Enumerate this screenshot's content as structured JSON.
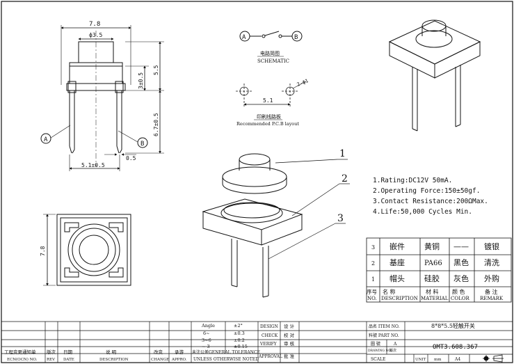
{
  "dims": {
    "width": "7.8",
    "diameter": "ф3.5",
    "height_total": "5.5",
    "height_button": "3±0.5",
    "pin_length": "6.7±0.5",
    "pin_spacing": "5.1±0.5",
    "pin_width": "0.5",
    "bottom_width": "7.8",
    "terminal_a": "A",
    "terminal_b": "B"
  },
  "schematic": {
    "terminal_a": "A",
    "terminal_b": "B",
    "title_cn": "电路简图",
    "title_en": "SCHEMATIC"
  },
  "pcb": {
    "hole_label": "2-ф1",
    "spacing": "5.1",
    "title_cn": "印刷线路板",
    "title_en": "Recommended P.C.B layout"
  },
  "callouts": [
    "1",
    "2",
    "3"
  ],
  "specs": [
    "1.Rating:DC12V 50mA.",
    "2.Operating Force:150±50gf.",
    "3.Contact Resistance:200ΩMax.",
    "4.Life:50,000 Cycles Min."
  ],
  "bom": {
    "rows": [
      {
        "no": "3",
        "name": "嵌件",
        "material": "黄铜",
        "color": "——",
        "remark": "镀银"
      },
      {
        "no": "2",
        "name": "基座",
        "material": "PA66",
        "color": "黑色",
        "remark": "清洗"
      },
      {
        "no": "1",
        "name": "帽头",
        "material": "硅胶",
        "color": "灰色",
        "remark": "外购"
      }
    ],
    "header_no_cn": "序号",
    "header_no_en": "NO.",
    "header_name_cn": "名 称",
    "header_name_en": "DESCRIPTION",
    "header_material_cn": "材 料",
    "header_material_en": "MATERIAL",
    "header_color_cn": "颜 色",
    "header_color_en": "COLOR",
    "header_remark_cn": "备 注",
    "header_remark_en": "REMARK"
  },
  "title_block": {
    "angle_label": "Angle",
    "tol_angle": "±2°",
    "range1": "6~",
    "tol1": "±0.3",
    "range2": "3~6",
    "tol2": "±0.2",
    "range3": "~ 3",
    "tol3": "±0.15",
    "tolerance_note_1": "未注公差GENERAL TOLERANCE",
    "tolerance_note_2": "UNLESS OTHERWISE NOTED",
    "design_en": "DESIGN",
    "design_cn": "设 计",
    "check_en": "CHECK",
    "check_cn": "校 对",
    "verify_en": "VERIFY",
    "verify_cn": "审 核",
    "approval_en": "APPROVAL",
    "approval_cn": "批 准",
    "ecn_cn": "工程变更通知单",
    "ecn_en": "ECN(OCN) NO.",
    "rev_cn": "版次",
    "rev_en": "REV",
    "date_cn": "日期",
    "date_en": "DATE",
    "desc_cn": "说 明",
    "desc_en": "DESCRIPTION",
    "change_cn": "改变",
    "change_en": "CHANGE",
    "appr_cn": "承游",
    "appr_en": "APPRO.",
    "item_label": "品名 ITEM NO.",
    "item_value": "8*8*5.5轻触开关",
    "part_label": "料號 PART NO.",
    "drawing_label_cn": "圖 號",
    "drawing_label_en": "DRAWING NO.",
    "drawing_rev": "A",
    "drawing_rev_label": "版次",
    "drawing_no": "OMT3.608.367",
    "scale_label": "SCALE",
    "unit_label": "UNIT",
    "unit_value": "mm",
    "size_value": "A4"
  }
}
